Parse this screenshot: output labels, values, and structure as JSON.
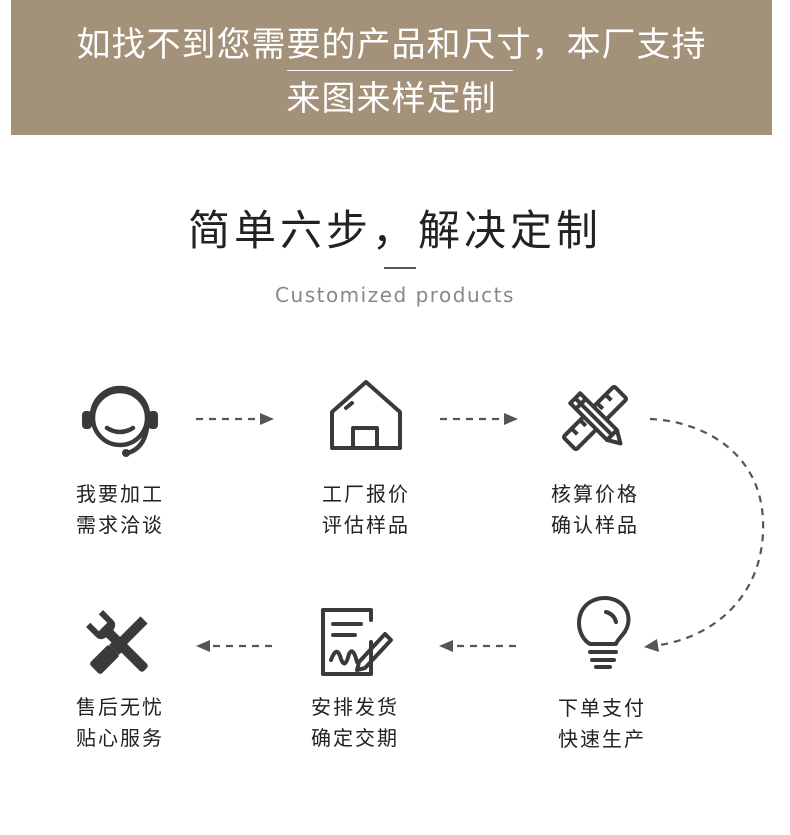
{
  "banner": {
    "line1": "如找不到您需要的产品和尺寸，本厂支持",
    "line2": "来图来样定制",
    "color": "#a39179"
  },
  "section": {
    "title": "简单六步，解决定制",
    "subtitle": "Customized products"
  },
  "steps": [
    {
      "icon": "headset-icon",
      "line1": "我要加工",
      "line2": "需求洽谈"
    },
    {
      "icon": "factory-house-icon",
      "line1": "工厂报价",
      "line2": "评估样品"
    },
    {
      "icon": "pencil-ruler-icon",
      "line1": "核算价格",
      "line2": "确认样品"
    },
    {
      "icon": "lightbulb-icon",
      "line1": "下单支付",
      "line2": "快速生产"
    },
    {
      "icon": "contract-sign-icon",
      "line1": "安排发货",
      "line2": "确定交期"
    },
    {
      "icon": "wrench-screwdriver-icon",
      "line1": "售后无忧",
      "line2": "贴心服务"
    }
  ],
  "colors": {
    "icon": "#3a3a3a",
    "arrow": "#555555"
  }
}
